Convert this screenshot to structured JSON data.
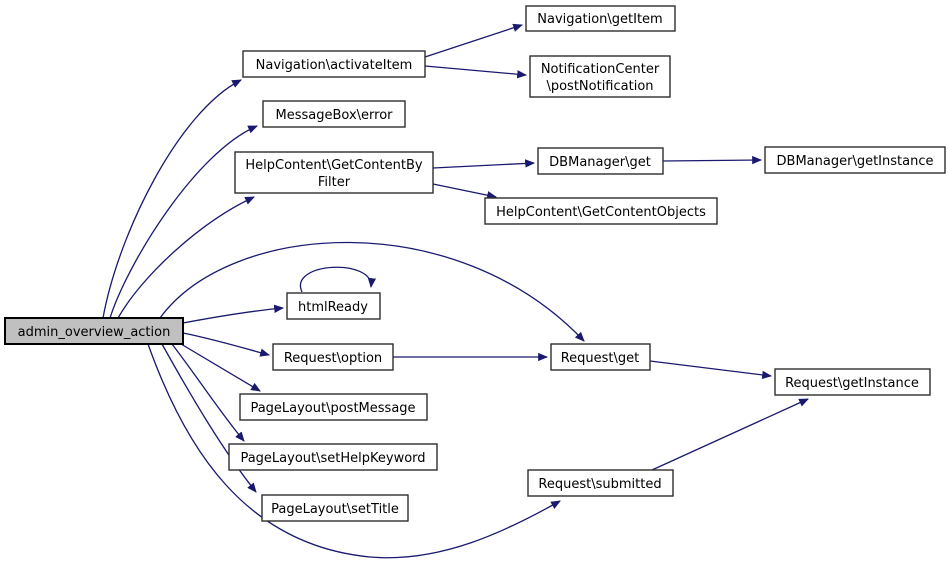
{
  "diagram": {
    "type": "call-graph",
    "root": "admin_overview_action",
    "nodes": [
      {
        "id": "admin-overview-action",
        "label": "admin_overview_action",
        "highlight": true
      },
      {
        "id": "navigation-activateitem",
        "label": "Navigation\\activateItem"
      },
      {
        "id": "navigation-getitem",
        "label": "Navigation\\getItem"
      },
      {
        "id": "notificationcenter-postnotification",
        "lines": [
          "NotificationCenter",
          "\\postNotification"
        ]
      },
      {
        "id": "messagebox-error",
        "label": "MessageBox\\error"
      },
      {
        "id": "helpcontent-getcontentbyfilter",
        "lines": [
          "HelpContent\\GetContentBy",
          "Filter"
        ]
      },
      {
        "id": "dbmanager-get",
        "label": "DBManager\\get"
      },
      {
        "id": "dbmanager-getinstance",
        "label": "DBManager\\getInstance"
      },
      {
        "id": "helpcontent-getcontentobjects",
        "label": "HelpContent\\GetContentObjects"
      },
      {
        "id": "htmlready",
        "label": "htmlReady"
      },
      {
        "id": "request-option",
        "label": "Request\\option"
      },
      {
        "id": "request-get",
        "label": "Request\\get"
      },
      {
        "id": "request-getinstance",
        "label": "Request\\getInstance"
      },
      {
        "id": "pagelayout-postmessage",
        "label": "PageLayout\\postMessage"
      },
      {
        "id": "pagelayout-sethelpkeyword",
        "label": "PageLayout\\setHelpKeyword"
      },
      {
        "id": "pagelayout-settitle",
        "label": "PageLayout\\setTitle"
      },
      {
        "id": "request-submitted",
        "label": "Request\\submitted"
      }
    ],
    "edges": [
      {
        "from": "admin_overview_action",
        "to": "Navigation\\activateItem"
      },
      {
        "from": "admin_overview_action",
        "to": "MessageBox\\error"
      },
      {
        "from": "admin_overview_action",
        "to": "HelpContent\\GetContentByFilter"
      },
      {
        "from": "admin_overview_action",
        "to": "Request\\get"
      },
      {
        "from": "admin_overview_action",
        "to": "htmlReady"
      },
      {
        "from": "admin_overview_action",
        "to": "Request\\option"
      },
      {
        "from": "admin_overview_action",
        "to": "PageLayout\\postMessage"
      },
      {
        "from": "admin_overview_action",
        "to": "PageLayout\\setHelpKeyword"
      },
      {
        "from": "admin_overview_action",
        "to": "PageLayout\\setTitle"
      },
      {
        "from": "admin_overview_action",
        "to": "Request\\submitted"
      },
      {
        "from": "Navigation\\activateItem",
        "to": "Navigation\\getItem"
      },
      {
        "from": "Navigation\\activateItem",
        "to": "NotificationCenter\\postNotification"
      },
      {
        "from": "HelpContent\\GetContentByFilter",
        "to": "DBManager\\get"
      },
      {
        "from": "HelpContent\\GetContentByFilter",
        "to": "HelpContent\\GetContentObjects"
      },
      {
        "from": "DBManager\\get",
        "to": "DBManager\\getInstance"
      },
      {
        "from": "htmlReady",
        "to": "htmlReady"
      },
      {
        "from": "Request\\option",
        "to": "Request\\get"
      },
      {
        "from": "Request\\get",
        "to": "Request\\getInstance"
      },
      {
        "from": "Request\\submitted",
        "to": "Request\\getInstance"
      }
    ]
  },
  "colors": {
    "edge": "#191970",
    "node_fill": "#ffffff",
    "node_border": "#2d2d2d",
    "root_fill": "#c0c0c0",
    "root_border": "#000000",
    "background": "#ffffff"
  }
}
